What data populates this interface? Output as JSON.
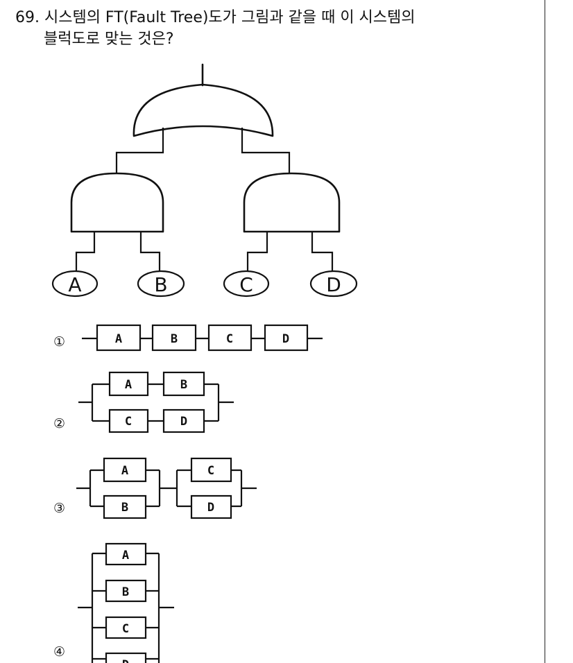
{
  "question": {
    "line1": "69. 시스템의 FT(Fault Tree)도가 그림과 같을 때 이 시스템의",
    "line2": "블럭도로 맞는 것은?"
  },
  "fault_tree": {
    "top_gate": "or-gate",
    "sub_gates": [
      "and-gate",
      "and-gate"
    ],
    "events": [
      "A",
      "B",
      "C",
      "D"
    ]
  },
  "options": [
    {
      "marker": "①",
      "labels": [
        "A",
        "B",
        "C",
        "D"
      ]
    },
    {
      "marker": "②",
      "labels": [
        "A",
        "B",
        "C",
        "D"
      ]
    },
    {
      "marker": "③",
      "labels": [
        "A",
        "B",
        "C",
        "D"
      ]
    },
    {
      "marker": "④",
      "labels": [
        "A",
        "B",
        "C",
        "D"
      ]
    }
  ]
}
